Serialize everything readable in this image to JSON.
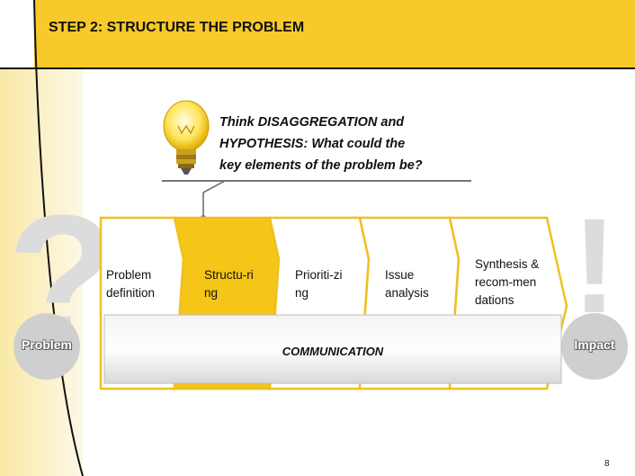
{
  "slide": {
    "title": "STEP 2: STRUCTURE THE PROBLEM",
    "page_number": "8"
  },
  "callout": {
    "text_lines": [
      "Think DISAGGREGATION and",
      "HYPOTHESIS: What could the",
      "key elements of the problem be?"
    ]
  },
  "process": {
    "steps": [
      {
        "label": "Problem definition",
        "active": false
      },
      {
        "label": "Structu-ri ng",
        "active": true
      },
      {
        "label": "Prioriti-zi ng",
        "active": false
      },
      {
        "label": "Issue analysis",
        "active": false
      },
      {
        "label": "Synthesis & recom-men dations",
        "active": false
      }
    ],
    "communication_label": "COMMUNICATION"
  },
  "badges": {
    "left_symbol": "?",
    "left_label": "Problem",
    "right_symbol": "!",
    "right_label": "Impact"
  },
  "colors": {
    "accent_yellow": "#f7c92a",
    "active_step": "#f5c518",
    "background_panel": "#fdf6dd",
    "symbol_grey": "#dcdcdc"
  }
}
